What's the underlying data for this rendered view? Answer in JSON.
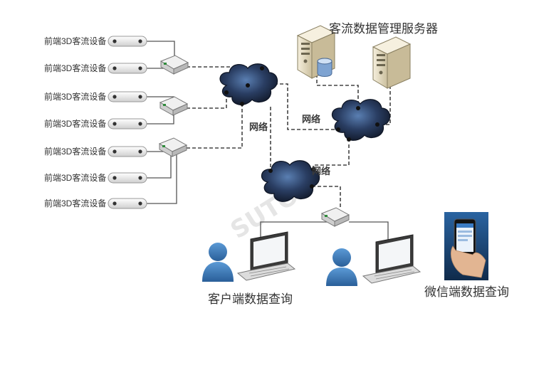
{
  "diagram": {
    "devices": [
      {
        "label": "前端3D客流设备"
      },
      {
        "label": "前端3D客流设备"
      },
      {
        "label": "前端3D客流设备"
      },
      {
        "label": "前端3D客流设备"
      },
      {
        "label": "前端3D客流设备"
      },
      {
        "label": "前端3D客流设备"
      },
      {
        "label": "前端3D客流设备"
      }
    ],
    "server_title": "客流数据管理服务器",
    "network_labels": [
      "网络",
      "网络",
      "网络"
    ],
    "client_caption": "客户端数据查询",
    "wechat_caption": "微信端数据查询",
    "watermark": "SUTO"
  },
  "colors": {
    "line_solid": "#555555",
    "line_dashed": "#444444",
    "cloud_dark": "#1c2a44",
    "cloud_light": "#4a6a9a",
    "person": "#3b78b8",
    "server": "#e9e0c8"
  }
}
